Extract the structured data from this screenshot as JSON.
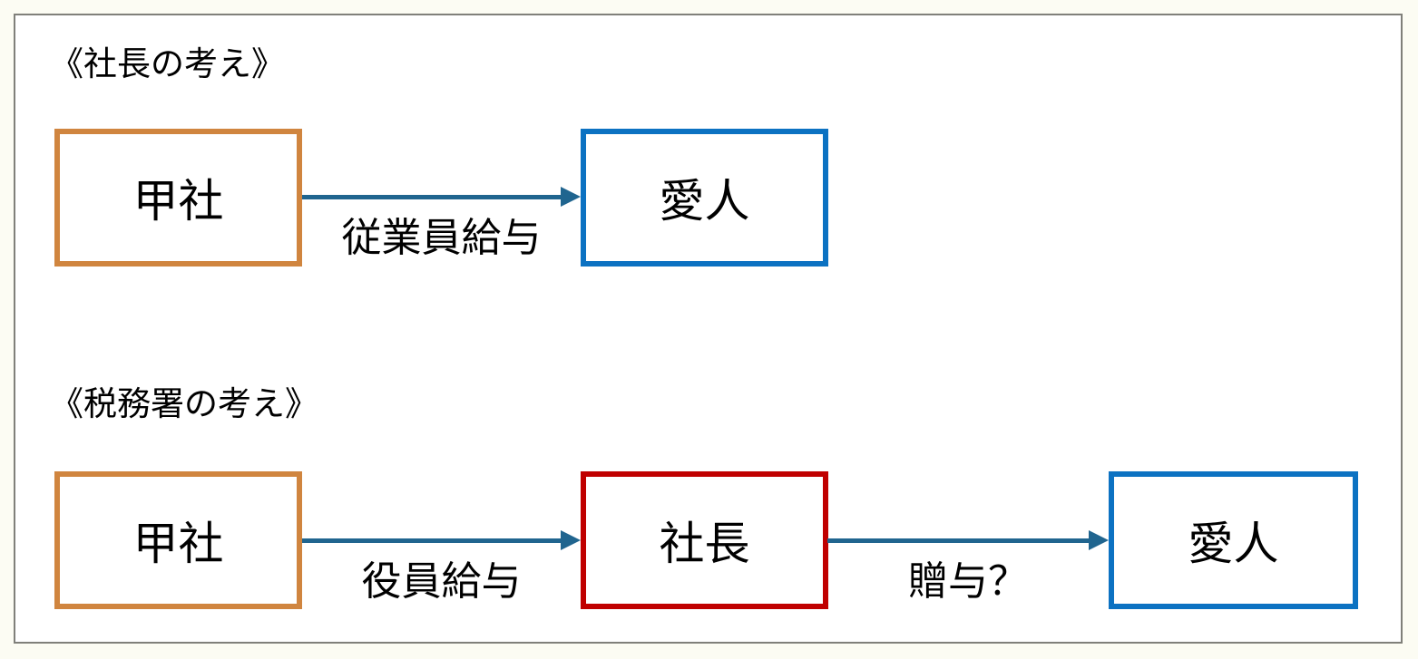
{
  "canvas": {
    "background_color": "#FCFCF3",
    "panel_border_color": "#80807A",
    "panel_background_color": "#FFFFFF"
  },
  "colors": {
    "company_box_border": "#D0853F",
    "person_box_border": "#0C72C2",
    "president_box_border": "#C00000",
    "arrow": "#20658F",
    "text": "#000000"
  },
  "sections": [
    {
      "heading": "《社長の考え》",
      "nodes": [
        {
          "label": "甲社",
          "type": "company"
        },
        {
          "label": "愛人",
          "type": "person"
        }
      ],
      "arrows": [
        {
          "label": "従業員給与",
          "from": "甲社",
          "to": "愛人"
        }
      ]
    },
    {
      "heading": "《税務署の考え》",
      "nodes": [
        {
          "label": "甲社",
          "type": "company"
        },
        {
          "label": "社長",
          "type": "president"
        },
        {
          "label": "愛人",
          "type": "person"
        }
      ],
      "arrows": [
        {
          "label": "役員給与",
          "from": "甲社",
          "to": "社長"
        },
        {
          "label": "贈与？",
          "from": "社長",
          "to": "愛人"
        }
      ]
    }
  ]
}
